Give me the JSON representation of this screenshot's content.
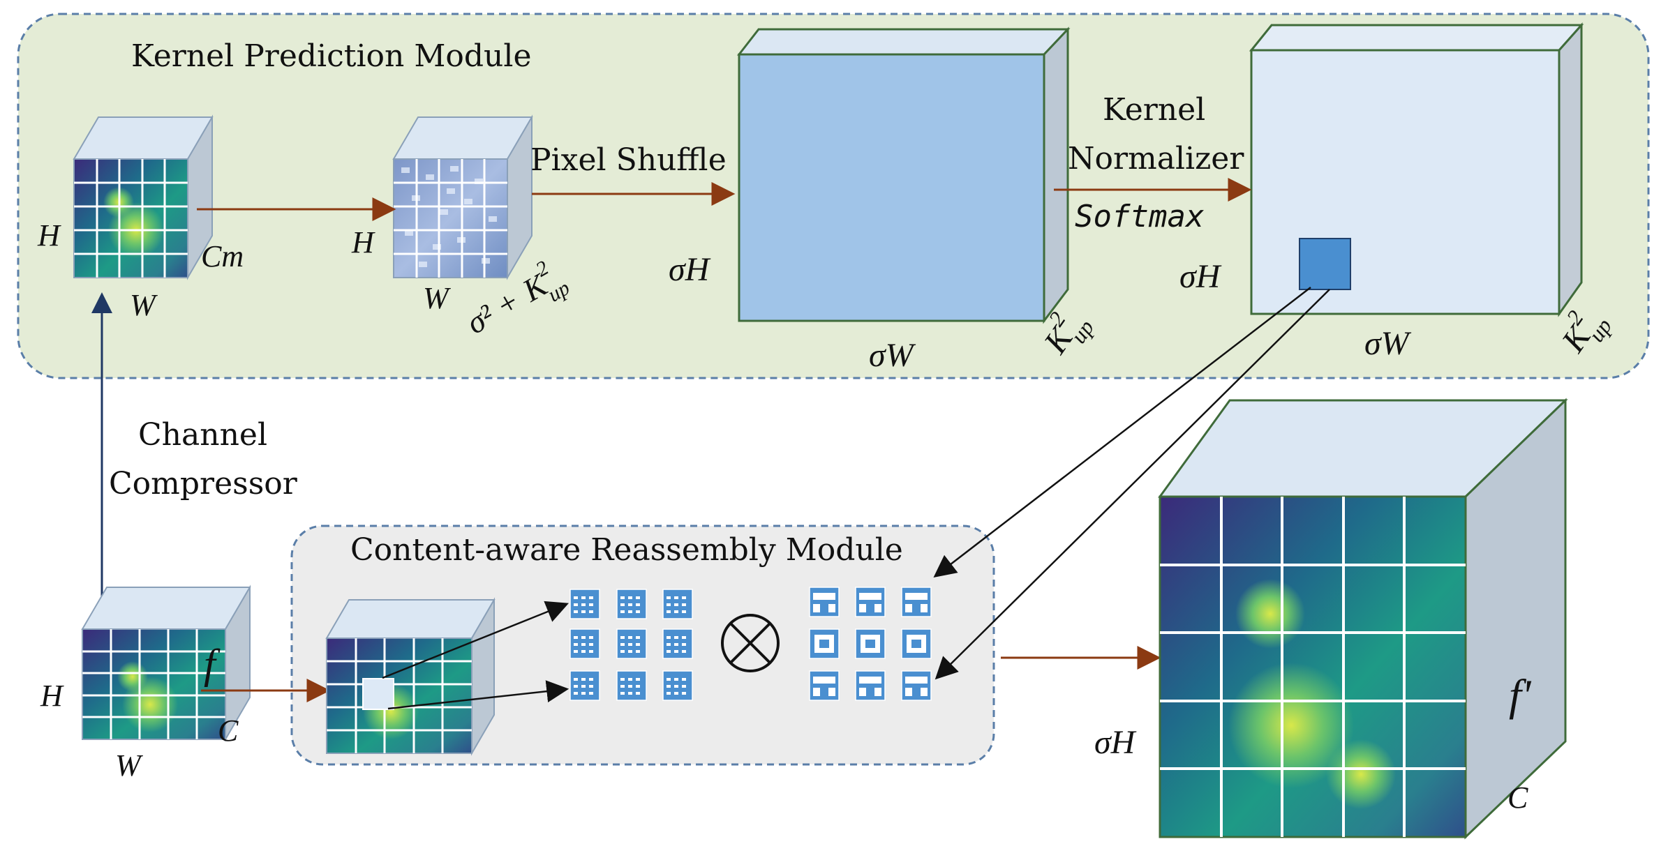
{
  "modules": {
    "kpm_title": "Kernel Prediction Module",
    "cram_title": "Content-aware Reassembly Module"
  },
  "ops": {
    "pixel_shuffle": "Pixel Shuffle",
    "kernel_normalizer_1": "Kernel",
    "kernel_normalizer_2": "Normalizer",
    "softmax": "Softmax",
    "channel_compressor_1": "Channel",
    "channel_compressor_2": "Compressor",
    "multiply": "⊗"
  },
  "labels": {
    "H": "H",
    "W": "W",
    "Cm": "Cm",
    "C": "C",
    "f": "f",
    "f_prime": "f'",
    "sigmaH": "σH",
    "sigmaW": "σW",
    "sigma2_plus": "σ² +",
    "K": "K",
    "sup2": "2",
    "sub_up": "up"
  },
  "colors": {
    "kpm_bg": "#e4ecd6",
    "cram_bg": "#ececec",
    "border_dash": "#5a7ea8",
    "arrow_brown": "#8b3a12",
    "arrow_navy": "#1f3864",
    "cube_blue": "#a0c4e8",
    "cube_light": "#dde9f6",
    "cube_top": "#dbe7f3",
    "cube_side": "#bcc8d4",
    "kernel_square": "#4a8fd0"
  }
}
